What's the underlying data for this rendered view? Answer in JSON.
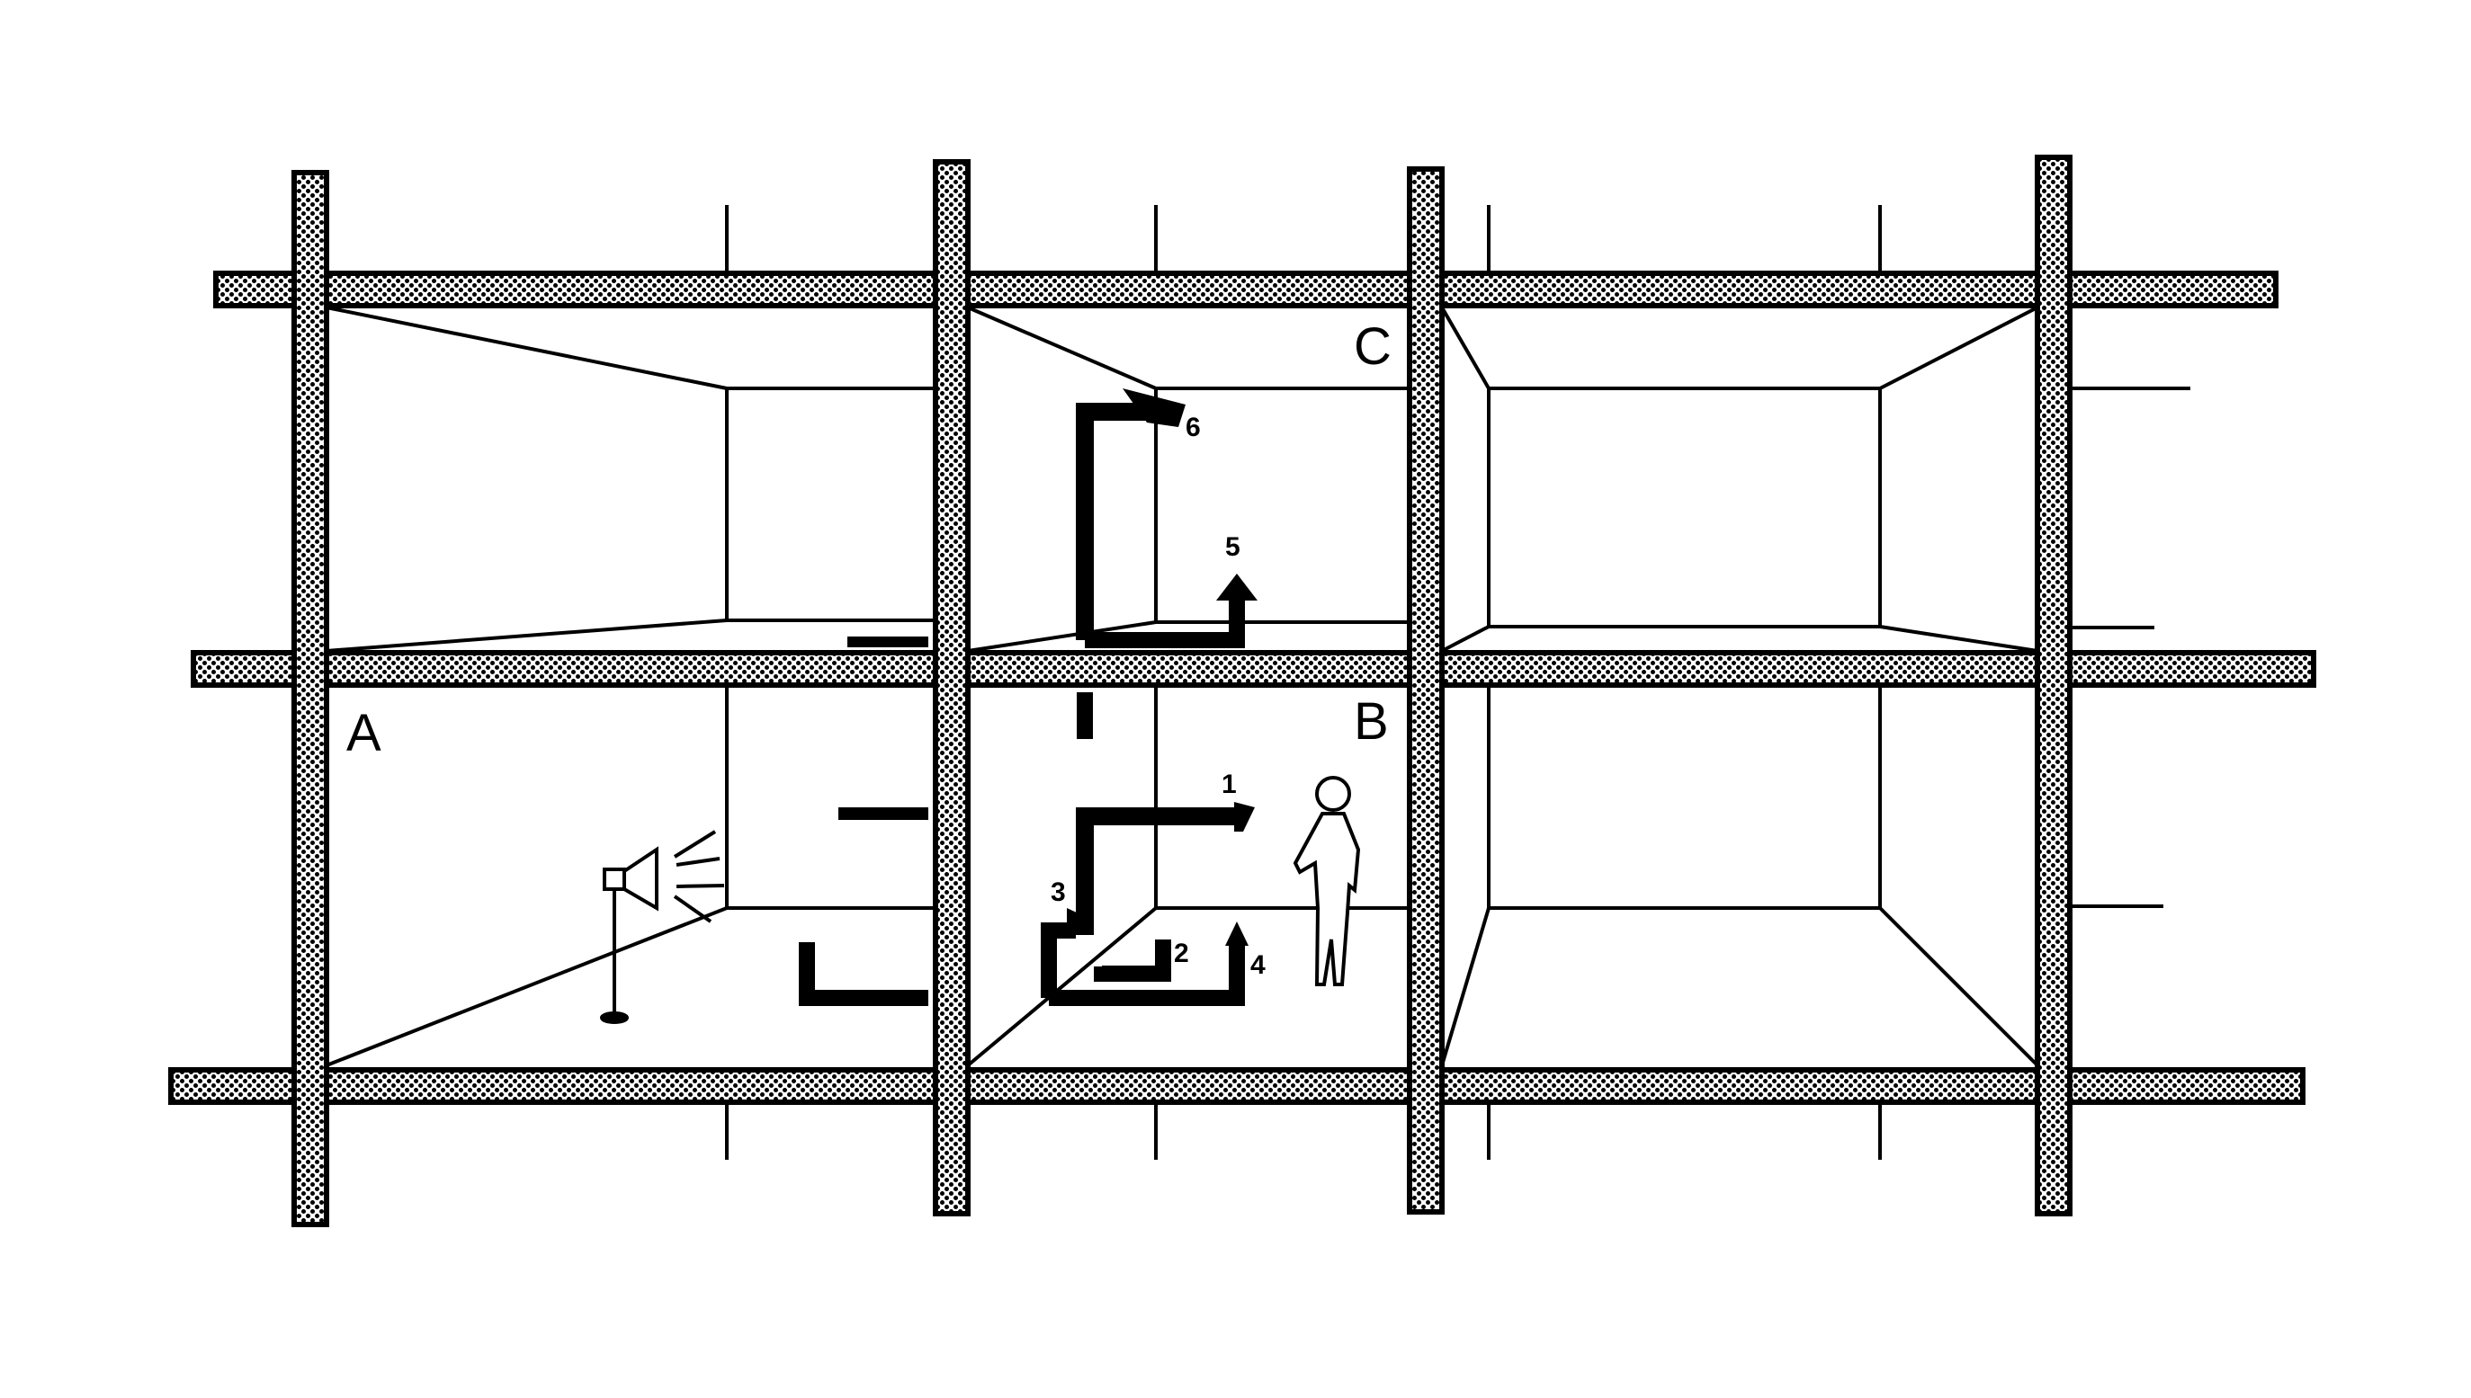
{
  "diagram": {
    "room_labels": {
      "a": "A",
      "b": "B",
      "c": "C"
    },
    "path_labels": {
      "p1": "1",
      "p2": "2",
      "p3": "3",
      "p4": "4",
      "p5": "5",
      "p6": "6"
    },
    "colors": {
      "ink": "#000000",
      "paper": "#ffffff"
    }
  }
}
